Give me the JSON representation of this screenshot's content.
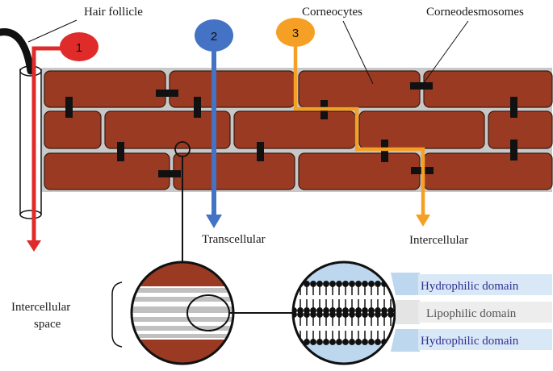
{
  "labels": {
    "hair_follicle": "Hair follicle",
    "corneocytes": "Corneocytes",
    "corneodesmosomes": "Corneodesmosomes",
    "transcellular": "Transcellular",
    "intercellular": "Intercellular",
    "intercellular_space_line1": "Intercellular",
    "intercellular_space_line2": "space",
    "hydrophilic_top": "Hydrophilic domain",
    "lipophilic": "Lipophilic domain",
    "hydrophilic_bottom": "Hydrophilic domain"
  },
  "routes": [
    {
      "number": "1",
      "color": "#e02b2b"
    },
    {
      "number": "2",
      "color": "#4472c4"
    },
    {
      "number": "3",
      "color": "#f5a025"
    }
  ],
  "colors": {
    "corneocyte": "#9b3a22",
    "lipid_matrix": "#c8c8c8",
    "desmosome": "#111111",
    "hydrophilic_bg": "#bcd7ee",
    "hydrophilic_text": "#2e3192"
  }
}
